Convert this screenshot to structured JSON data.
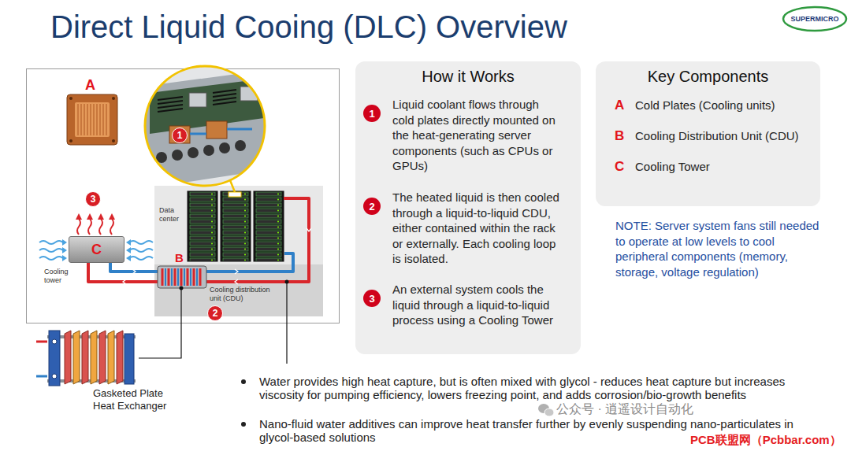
{
  "diagram": {
    "title": "Direct Liquid Cooing (DLC) Overview",
    "nodes": [
      {
        "text": [
          "1"
        ]
      },
      {
        "text": [
          "3"
        ]
      },
      {
        "text": [
          "C"
        ]
      },
      {
        "text": [
          "2"
        ]
      },
      {
        "text": [
          "How it Works",
          "Liquid coolant flows through cold plates directly mounted on the heat-generating server components (such as CPUs or GPUs)",
          "The heated liquid is then cooled through a liquid-to-liquid CDU, either contained within the rack or externally. Each cooling loop is isolated.",
          "An external system cools the liquid through a liquid-to-liquid process using a Cooling Tower"
        ]
      },
      {
        "text": [
          "1"
        ],
        "in": 4
      },
      {
        "text": [
          "2"
        ],
        "in": 4
      },
      {
        "text": [
          "3"
        ],
        "in": 4
      },
      {
        "text": [
          "Key Components",
          "Cold Plates (Cooling units)",
          "Cooling Distribution Unit (CDU)",
          "Cooling Tower"
        ]
      }
    ],
    "labels": [
      "SUPERMICRO",
      "A",
      "Cooling tower",
      "Data center",
      "B",
      "Cooling distribution unit (CDU)",
      "Gasketed Plate Heat Exchanger",
      "A",
      "B",
      "C",
      "NOTE: Server system fans still needed to operate at low levels to cool peripheral components (memory, storage, voltage regulation)",
      "Water provides high heat capture, but is often mixed with glycol - reduces heat capture but increases viscosity for pumping efficiency, lowers freezing point, and adds corrosion/bio-growth benefits",
      "Nano-fluid water additives can improve heat transfer further by evenly suspending nano-particulates in glycol-based solutions",
      "公众号 · 逍遥设计自动化",
      "PCB联盟网（Pcbbar.com）"
    ]
  }
}
